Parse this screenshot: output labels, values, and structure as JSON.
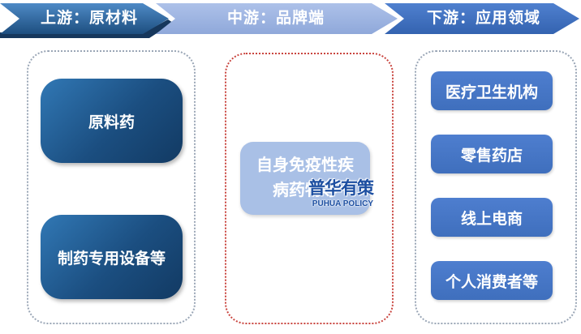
{
  "header": {
    "stages": [
      {
        "label": "上游：原材料",
        "color_top": "#4e8ac6",
        "color_bottom": "#1d4e7f",
        "shadow_color": "#16375c"
      },
      {
        "label": "中游：品牌端",
        "color_top": "#adc1e9",
        "color_bottom": "#8fa8da"
      },
      {
        "label": "下游：应用领域",
        "color_top": "#4f80cf",
        "color_bottom": "#3463b0"
      }
    ]
  },
  "columns": {
    "upstream": {
      "border_color": "#9aa6b6",
      "items": [
        {
          "label": "原料药"
        },
        {
          "label": "制药专用设备等"
        }
      ]
    },
    "midstream": {
      "border_color": "#c9453f",
      "items": [
        {
          "label": "自身免疫性疾病药物等"
        }
      ]
    },
    "downstream": {
      "border_color": "#9aa6b6",
      "items": [
        {
          "label": "医疗卫生机构"
        },
        {
          "label": "零售药店"
        },
        {
          "label": "线上电商"
        },
        {
          "label": "个人消费者等"
        }
      ]
    }
  },
  "watermark": {
    "cn": "普华有策",
    "en": "PUHUA POLICY",
    "color": "#1d4fa1"
  },
  "accent_colors": {
    "upstream_box": "#1b4e80",
    "midstream_box": "#a9c0e6",
    "downstream_box": "#4676c8"
  }
}
